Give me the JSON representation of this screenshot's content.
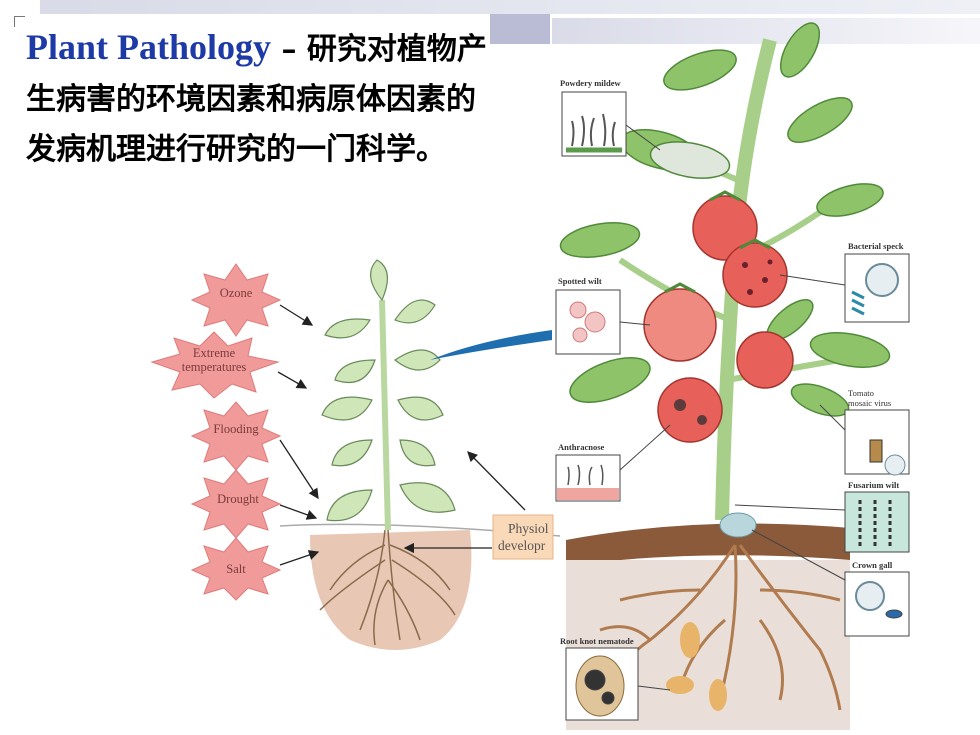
{
  "slide": {
    "title_en": "Plant Pathology",
    "title_dash": " – ",
    "title_cn": "研究对植物产生病害的环境因素和病原体因素的发病机理进行研究的一门科学。"
  },
  "stress_factors": [
    "Ozone",
    "Extreme",
    "temperatures",
    "Flooding",
    "Drought",
    "Salt"
  ],
  "physiology_box": {
    "line1": "Physiol",
    "line2": "developr"
  },
  "diseases": {
    "powdery_mildew": "Powdery mildew",
    "spotted_wilt": "Spotted wilt",
    "anthracnose": "Anthracnose",
    "root_knot_nematode": "Root knot nematode",
    "bacterial_speck": "Bacterial speck",
    "tomato_mosaic_1": "Tomato",
    "tomato_mosaic_2": "mosaic virus",
    "fusarium_wilt": "Fusarium wilt",
    "crown_gall": "Crown gall"
  },
  "colors": {
    "title_blue": "#1e3aa6",
    "starburst": "#f19a9a",
    "leaf_left": "#cfe6b8",
    "leaf_right": "#8fc36a",
    "tomato": "#e8605a",
    "soil": "#8b5a3a"
  }
}
